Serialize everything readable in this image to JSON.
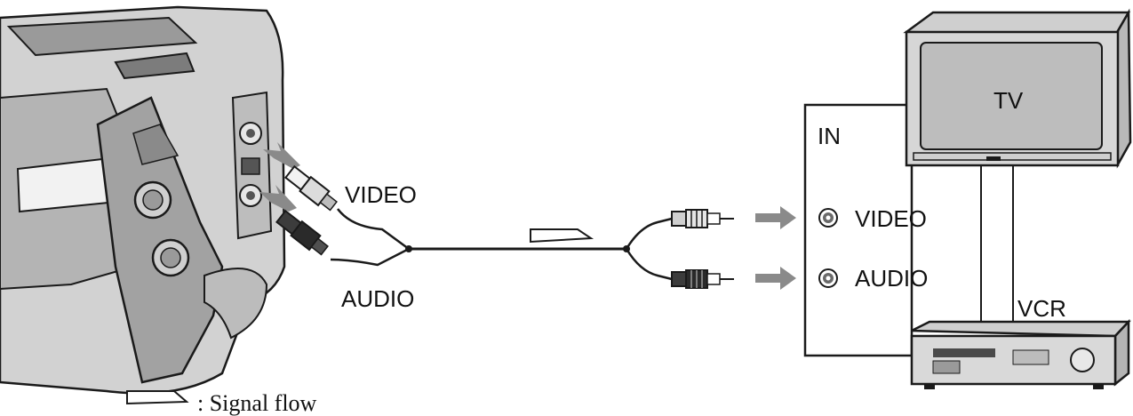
{
  "camcorder_labels": {
    "video": "VIDEO",
    "audio": "AUDIO"
  },
  "tv_panel": {
    "tv_label": "TV",
    "in_label": "IN",
    "video_jack_label": "VIDEO",
    "audio_jack_label": "AUDIO",
    "vcr_label": "VCR"
  },
  "legend": {
    "signal_flow_label": ": Signal flow"
  },
  "colors": {
    "line": "#1a1a1a",
    "device_gray": "#c8c8c8",
    "device_dark": "#8c8c8c",
    "arrow_gray": "#8a8a8a",
    "screen_gray": "#bdbdbd"
  }
}
